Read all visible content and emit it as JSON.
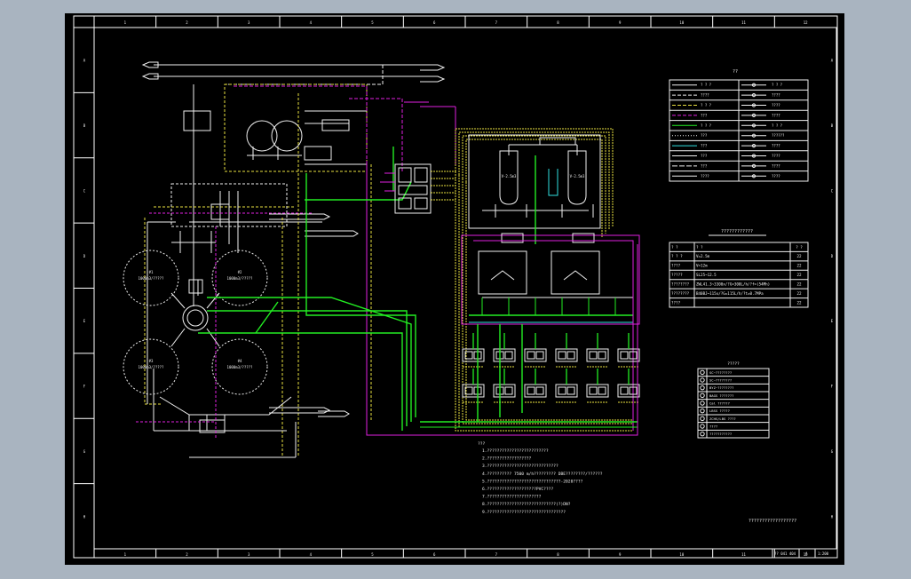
{
  "colors": {
    "background": "#a9b4c0",
    "sheet": "#000000",
    "frame": "#ffffff",
    "pipe_green": "#22ee22",
    "pipe_magenta": "#e020e0",
    "pipe_yellow": "#e8e040",
    "pipe_white": "#f0f0f0",
    "pipe_cyan": "#30e0e0"
  },
  "frame": {
    "column_marks": [
      "1",
      "2",
      "3",
      "4",
      "5",
      "6",
      "7",
      "8",
      "9",
      "10",
      "11",
      "12"
    ],
    "row_marks": [
      "A",
      "B",
      "C",
      "D",
      "E",
      "F",
      "G",
      "H"
    ]
  },
  "legend": {
    "title": "??",
    "rows": [
      {
        "left": "? ? ?",
        "right": "? ? ?"
      },
      {
        "left": "????",
        "right": "????"
      },
      {
        "left": "? ? ?",
        "right": "????"
      },
      {
        "left": "???",
        "right": "????"
      },
      {
        "left": "? ? ?",
        "right": "? ? ?"
      },
      {
        "left": "???",
        "right": "??????"
      },
      {
        "left": "???",
        "right": "????"
      },
      {
        "left": "???",
        "right": "????"
      },
      {
        "left": "???",
        "right": "????"
      },
      {
        "left": "????",
        "right": "????"
      }
    ]
  },
  "equipment_table": {
    "title": "????????????",
    "header": [
      "? ?",
      "? ?",
      "? ?"
    ],
    "rows": [
      [
        "? ? ?",
        "V=2.5m",
        "22"
      ],
      [
        "????",
        "V=12m",
        "22"
      ],
      [
        "?????",
        "SL25~12.5",
        "22"
      ],
      [
        "????????",
        "ZWL41.3~3300x/?G=300L/h/?f=(54Mh)",
        "22"
      ],
      [
        "????????",
        "B40BJ~115x/?G=115L/h/?t=0.7MPa",
        "22"
      ],
      [
        "????",
        "",
        "22"
      ]
    ]
  },
  "instrument_list": {
    "title": "?????",
    "rows": [
      "SC~????????",
      "SC~????????",
      "BYZ~????????",
      "BAGS ???????",
      "Cal ??????",
      "LBSS ?????",
      "ZCHS/LBS ????",
      "????",
      "???????????"
    ]
  },
  "tanks": [
    {
      "tag": "#1",
      "spec": "1000m3/?????"
    },
    {
      "tag": "#2",
      "spec": "1000m3/?????"
    },
    {
      "tag": "#3",
      "spec": "1000m3/?????"
    },
    {
      "tag": "#4",
      "spec": "1000m3/?????"
    }
  ],
  "dosing_tanks": [
    {
      "tag": "V-2.5m3"
    },
    {
      "tag": "V-2.5m3"
    }
  ],
  "notes": {
    "heading": "???",
    "lines": [
      "1.?????????????????????????",
      "2.??????????????????",
      "3.?????????????????????????????",
      "4.?????????? 7500 m/h????????? DBE????????/??????",
      "5.??????????????????????????????-2020????",
      "6.????????????????????PVC????",
      "7.??????????????????????",
      "8.????????????????????????????(?)DN?",
      "9.????????????????????????????????"
    ]
  },
  "drawing_title": "??????????????????",
  "title_block": {
    "drawing_no": "?? 041 404",
    "scale": "1:200",
    "revision": "A"
  }
}
